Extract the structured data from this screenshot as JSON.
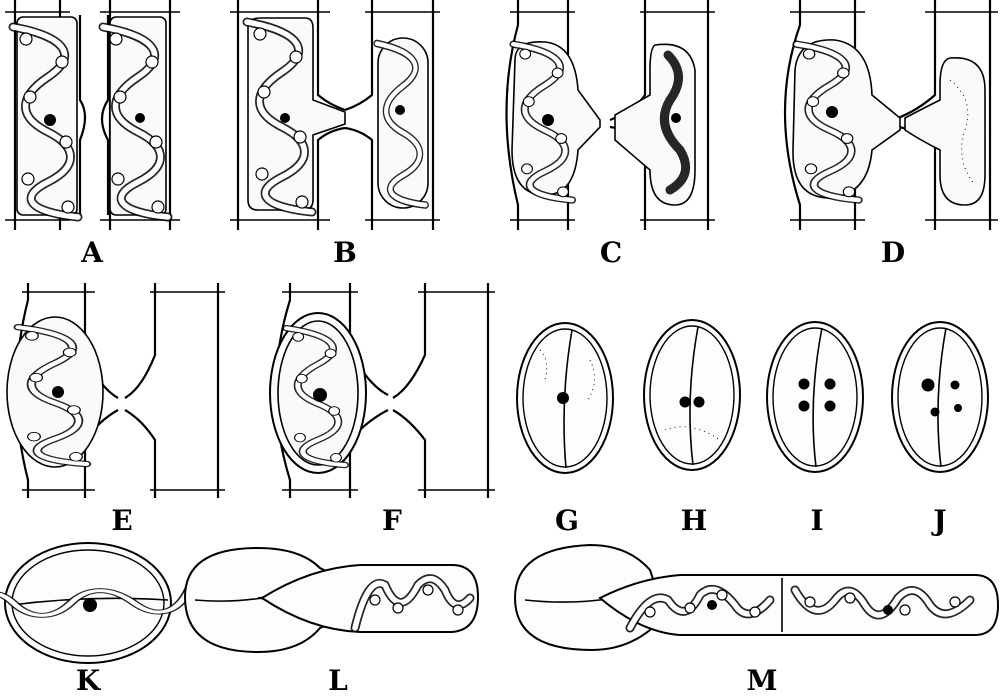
{
  "figure": {
    "panels": [
      {
        "id": "A",
        "label": "A"
      },
      {
        "id": "B",
        "label": "B"
      },
      {
        "id": "C",
        "label": "C"
      },
      {
        "id": "D",
        "label": "D"
      },
      {
        "id": "E",
        "label": "E"
      },
      {
        "id": "F",
        "label": "F"
      },
      {
        "id": "G",
        "label": "G"
      },
      {
        "id": "H",
        "label": "H"
      },
      {
        "id": "I",
        "label": "I"
      },
      {
        "id": "J",
        "label": "J"
      },
      {
        "id": "K",
        "label": "K"
      },
      {
        "id": "L",
        "label": "L"
      },
      {
        "id": "M",
        "label": "M"
      }
    ]
  }
}
